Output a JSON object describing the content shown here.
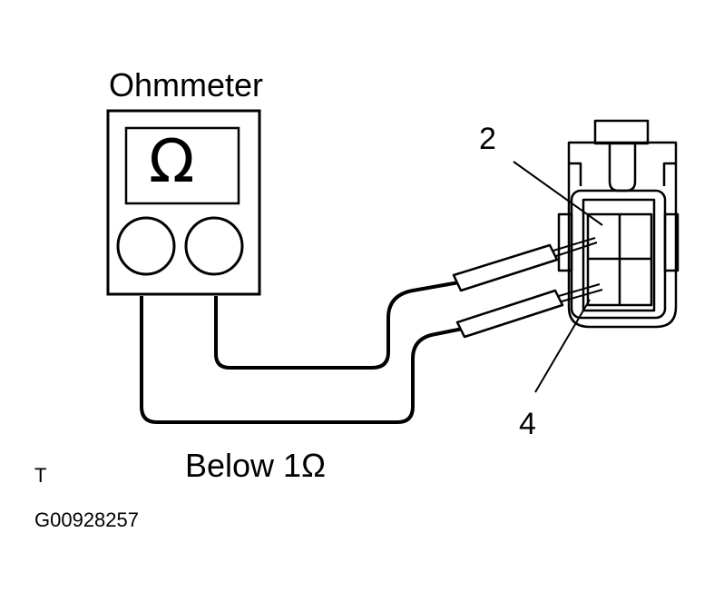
{
  "labels": {
    "meter_title": "Ohmmeter",
    "meter_symbol": "Ω",
    "pin_upper": "2",
    "pin_lower": "4",
    "result": "Below 1Ω",
    "code": "T",
    "figure_id": "G00928257"
  },
  "style": {
    "line_color": "#000000",
    "background": "#ffffff"
  }
}
